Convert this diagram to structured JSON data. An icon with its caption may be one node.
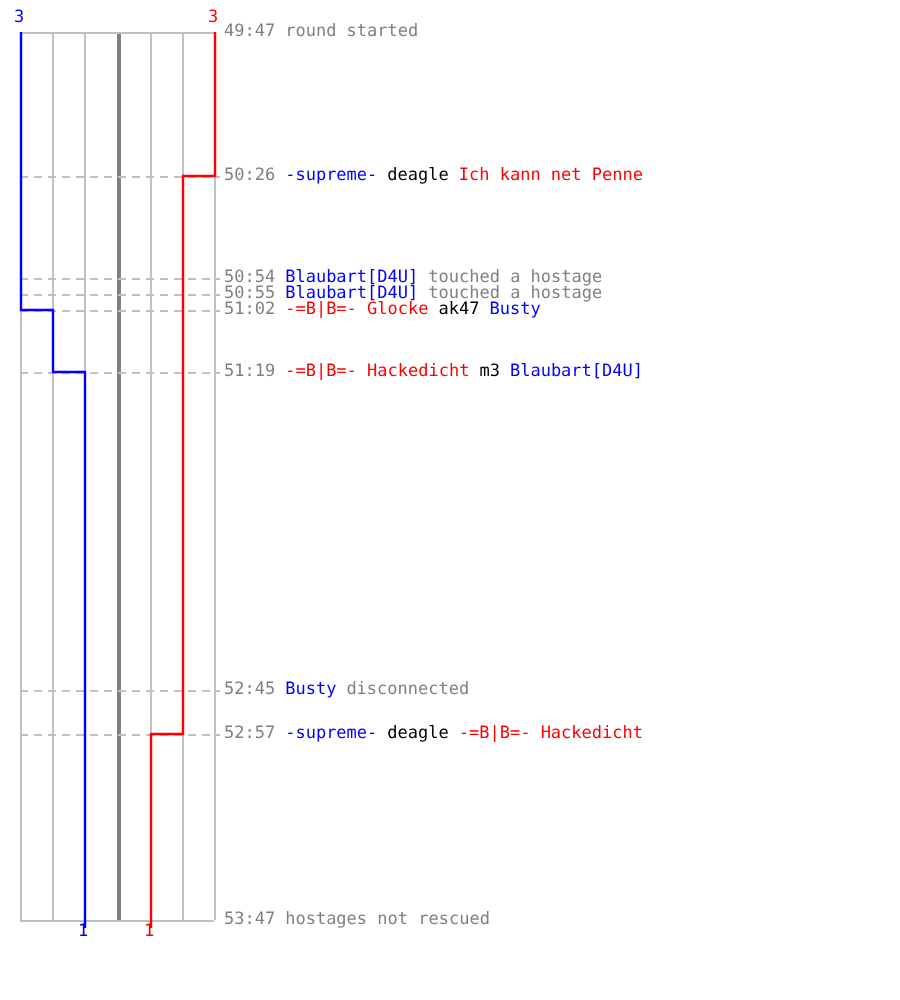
{
  "diagram": {
    "labels": [
      "3",
      "3",
      "49:47",
      "round started",
      "50:26",
      "-supreme-",
      "deagle",
      "Ich kann net Penne",
      "50:54",
      "Blaubart[D4U]",
      "touched a hostage",
      "50:55",
      "Blaubart[D4U]",
      "touched a hostage",
      "51:02",
      "-=B|B=- Glocke",
      "ak47",
      "Busty",
      "51:19",
      "-=B|B=- Hackedicht",
      "m3",
      "Blaubart[D4U]",
      "52:45",
      "Busty",
      "disconnected",
      "52:57",
      "-supreme-",
      "deagle",
      "-=B|B=- Hackedicht",
      "53:47",
      "hostages not rescued",
      "1",
      "1"
    ]
  }
}
